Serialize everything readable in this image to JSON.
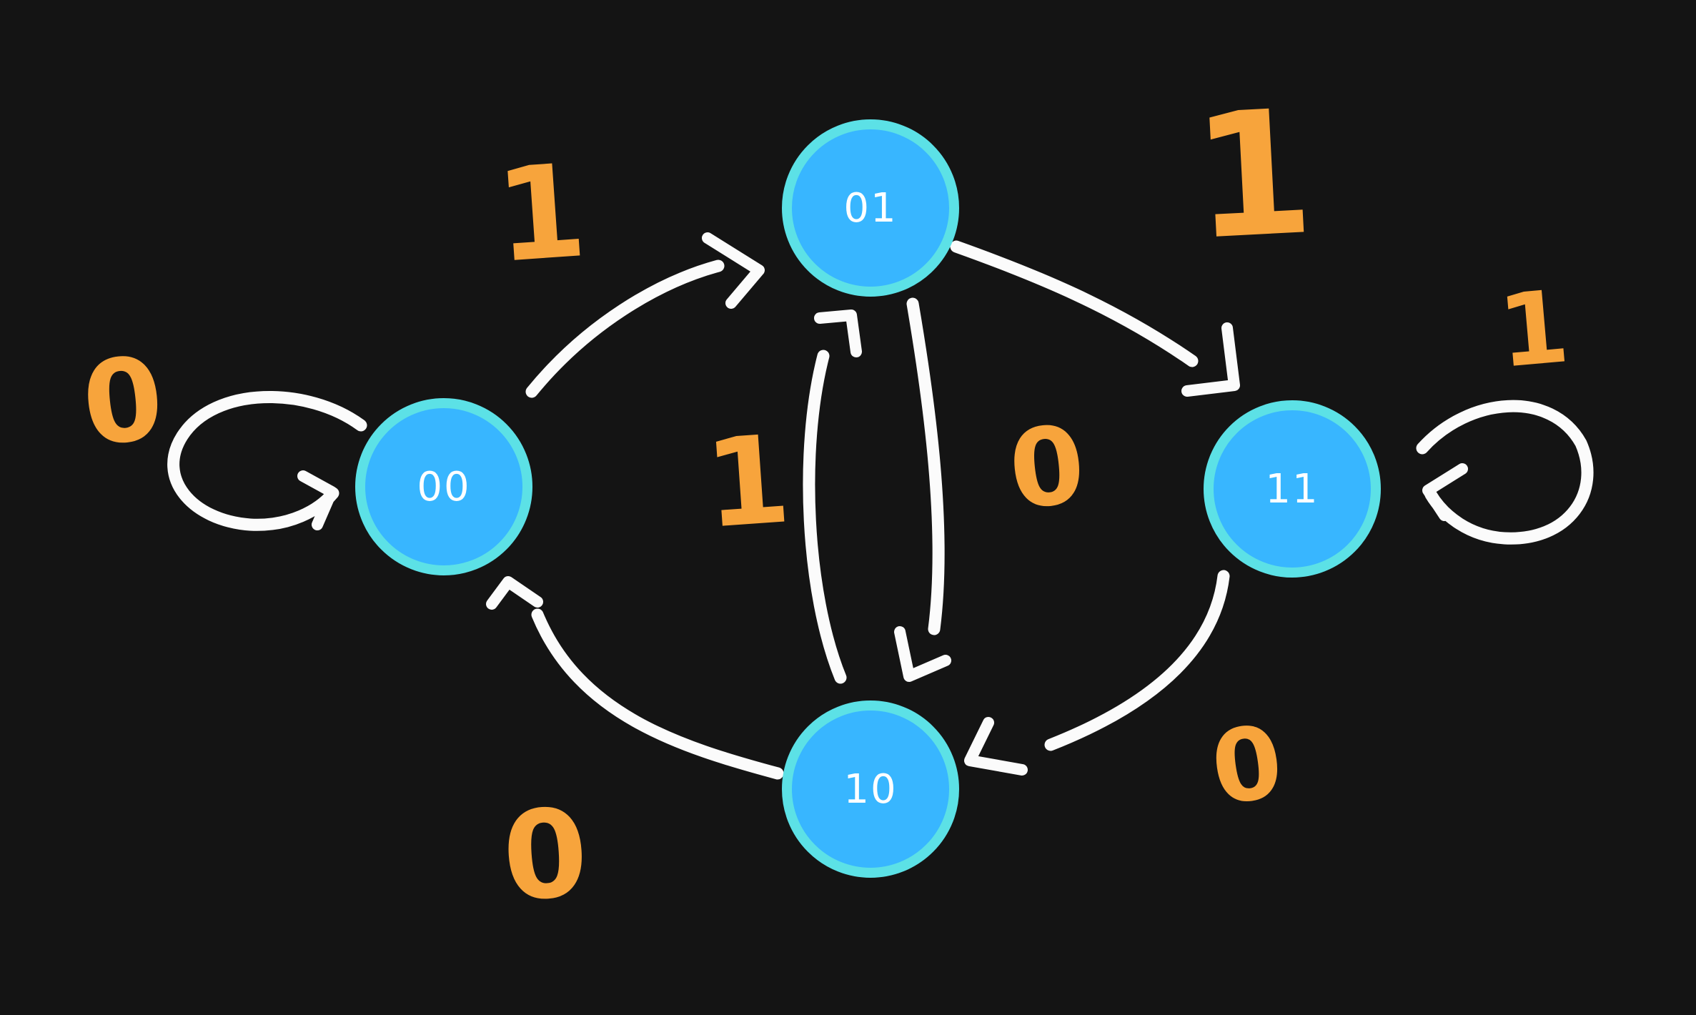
{
  "app": {
    "canvas_background": "#141414"
  },
  "colors": {
    "node_fill": "#38b6ff",
    "node_border": "#5ce1e6",
    "edge_stroke": "#fbfbfb",
    "edge_label_color": "#f7a43c",
    "node_label_color": "#ffffff"
  },
  "diagram": {
    "type": "state-machine",
    "states": [
      {
        "id": "00",
        "label": "00"
      },
      {
        "id": "01",
        "label": "01"
      },
      {
        "id": "11",
        "label": "11"
      },
      {
        "id": "10",
        "label": "10"
      }
    ],
    "transitions": [
      {
        "from": "00",
        "to": "00",
        "input": "0"
      },
      {
        "from": "00",
        "to": "01",
        "input": "1"
      },
      {
        "from": "01",
        "to": "11",
        "input": "1"
      },
      {
        "from": "11",
        "to": "11",
        "input": "1"
      },
      {
        "from": "01",
        "to": "10",
        "input": "0"
      },
      {
        "from": "10",
        "to": "01",
        "input": "1"
      },
      {
        "from": "11",
        "to": "10",
        "input": "0"
      },
      {
        "from": "10",
        "to": "00",
        "input": "0"
      }
    ]
  }
}
